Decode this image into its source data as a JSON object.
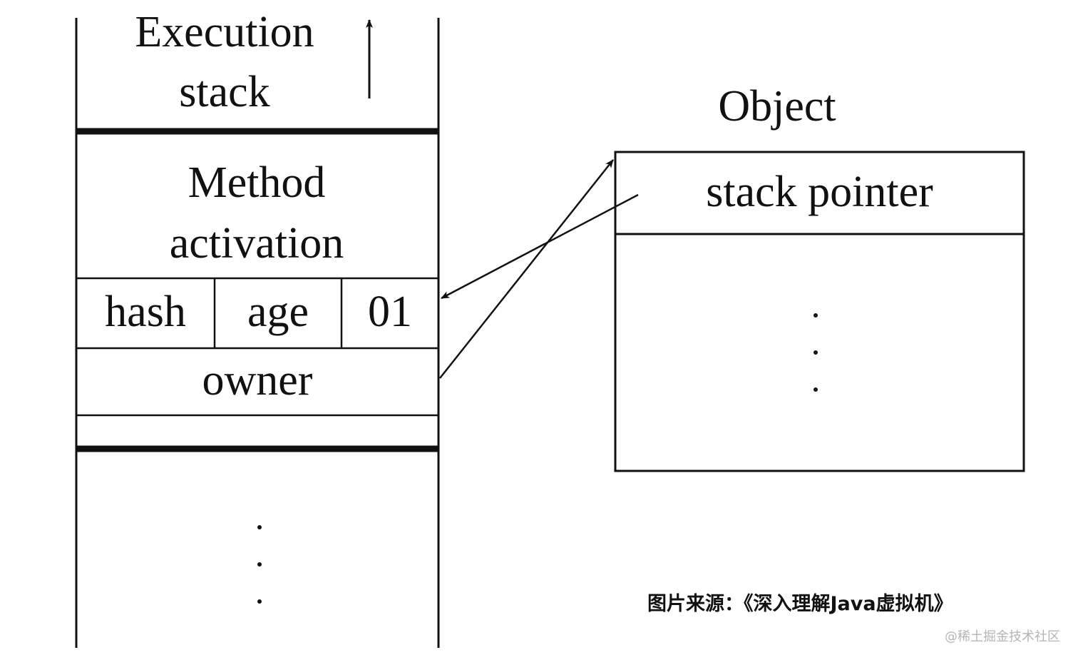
{
  "stack": {
    "header_line1": "Execution",
    "header_line2": "stack",
    "method_line1": "Method",
    "method_line2": "activation",
    "cell_hash": "hash",
    "cell_age": "age",
    "cell_flag": "01",
    "owner": "owner"
  },
  "object": {
    "title": "Object",
    "field": "stack pointer"
  },
  "caption": "图片来源：《深入理解Java虚拟机》",
  "watermark": "@稀土掘金技术社区"
}
